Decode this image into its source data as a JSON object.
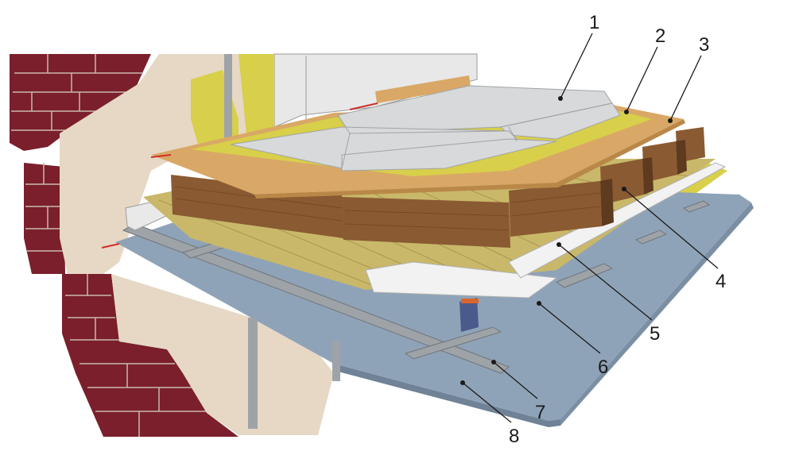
{
  "callouts": [
    {
      "id": "1",
      "label": "1"
    },
    {
      "id": "2",
      "label": "2"
    },
    {
      "id": "3",
      "label": "3"
    },
    {
      "id": "4",
      "label": "4"
    },
    {
      "id": "5",
      "label": "5"
    },
    {
      "id": "6",
      "label": "6"
    },
    {
      "id": "7",
      "label": "7"
    },
    {
      "id": "8",
      "label": "8"
    }
  ],
  "colors": {
    "brick": "#7a1f2b",
    "brick_mortar": "#c9b8b0",
    "plaster_wall": "#e6d8c5",
    "mineral_wool": "#d8cf4a",
    "mineral_wool_dark": "#b7ad2f",
    "osb_board": "#d9a866",
    "timber_joist": "#8a5a32",
    "timber_joist_dark": "#5e3a1e",
    "gypsum_board": "#d7d9da",
    "membrane_white": "#f2f2f2",
    "steel_profile": "#9ea3a8",
    "ceiling_board": "#8fa3b8",
    "reed_mat": "#c9b86a",
    "label_ink": "#1a1a1a"
  }
}
